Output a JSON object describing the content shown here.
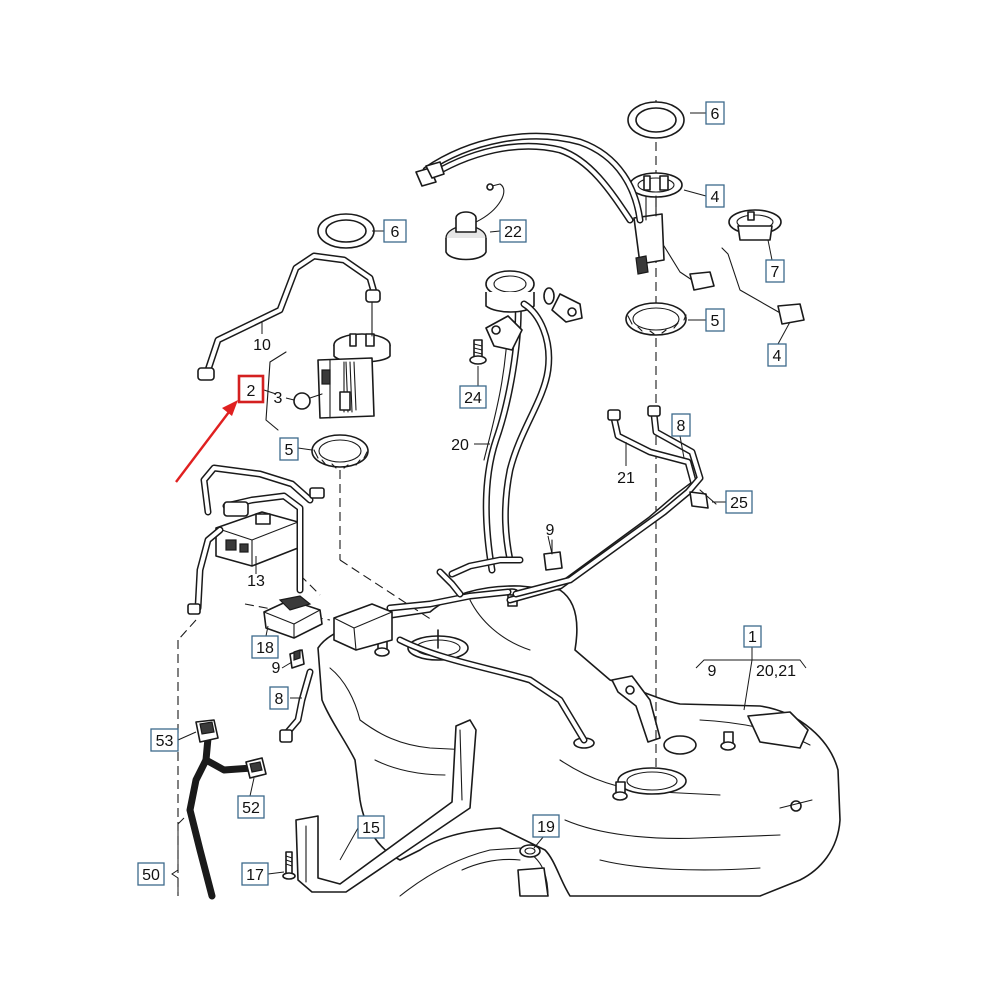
{
  "callouts": {
    "c1": "1",
    "c2": "2",
    "c3": "3",
    "c4a": "4",
    "c4b": "4",
    "c5a": "5",
    "c5b": "5",
    "c6a": "6",
    "c6b": "6",
    "c7": "7",
    "c8a": "8",
    "c8b": "8",
    "c15": "15",
    "c17": "17",
    "c18": "18",
    "c19": "19",
    "c22": "22",
    "c24": "24",
    "c25": "25",
    "c50": "50",
    "c52": "52",
    "c53": "53"
  },
  "labels": {
    "l9a": "9",
    "l9b": "9",
    "l9c": "9",
    "l10": "10",
    "l13": "13",
    "l20": "20",
    "l21": "21",
    "l2021": "20,21"
  },
  "highlight": {
    "target": "2",
    "box_color": "#d42020",
    "arrow_color": "#e02020"
  },
  "colors": {
    "line": "#1a1a1a",
    "callout_border": "#3d6a8c"
  }
}
